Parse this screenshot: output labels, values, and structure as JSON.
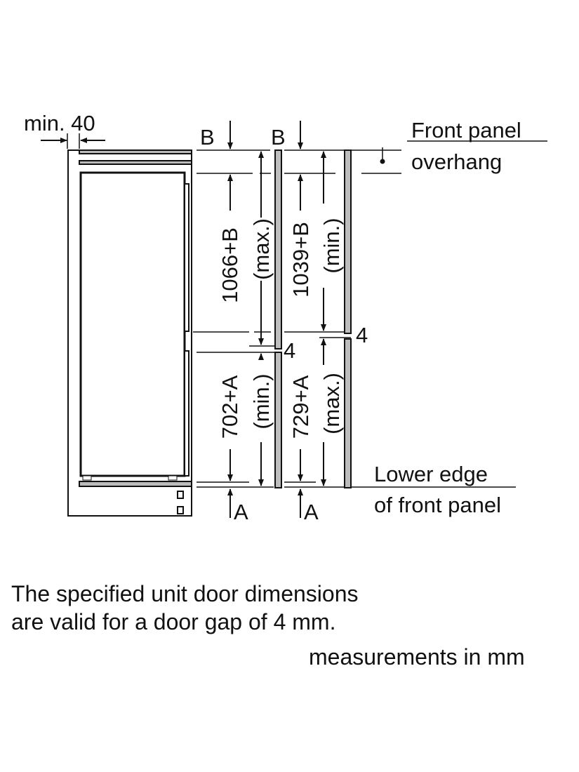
{
  "diagram": {
    "min_gap_label": "min. 40",
    "b_label": "B",
    "a_label": "A",
    "gap_label": "4",
    "upper_max": "1066+B",
    "upper_max_qualifier": "(max.)",
    "upper_min": "1039+B",
    "upper_min_qualifier": "(min.)",
    "lower_min": "702+A",
    "lower_min_qualifier": "(min.)",
    "lower_max": "729+A",
    "lower_max_qualifier": "(max.)",
    "front_panel_line1": "Front panel",
    "front_panel_line2": "overhang",
    "lower_edge_line1": "Lower edge",
    "lower_edge_line2": "of front panel"
  },
  "notes": {
    "line1": "The specified unit door dimensions",
    "line2": "are valid for a door gap of 4 mm.",
    "units": "measurements in mm"
  }
}
